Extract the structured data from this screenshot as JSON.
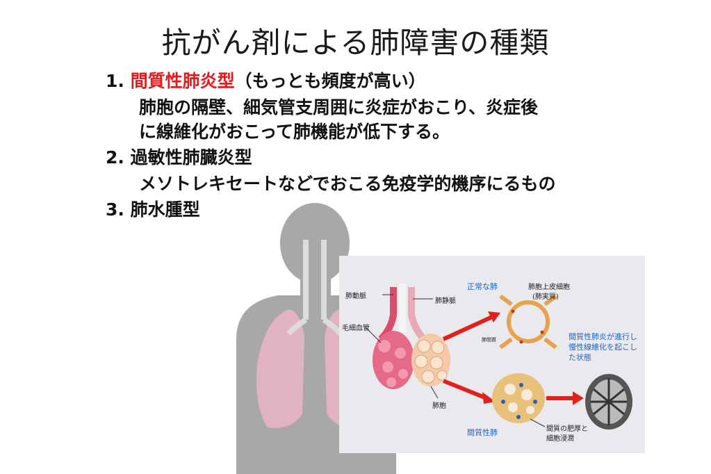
{
  "title": "抗がん剤による肺障害の種類",
  "items": {
    "n1": "1.",
    "n1_highlight": "間質性肺炎型",
    "n1_suffix": "（もっとも頻度が高い）",
    "n1_desc_1": "肺胞の隔壁、細気管支周囲に炎症がおこり、炎症後",
    "n1_desc_2": "に線維化がおこって肺機能が低下する。",
    "n2": "2.",
    "n2_title": "過敏性肺臓炎型",
    "n2_desc": "メソトレキセートなどでおこる免疫学的機序にるもの",
    "n3": "3.",
    "n3_title": "肺水腫型"
  },
  "diagram": {
    "pulmonary_artery": "肺動脈",
    "pulmonary_vein": "肺静脈",
    "capillary": "毛細血管",
    "alveolus": "肺胞",
    "normal_lung": "正常な肺",
    "epithelial_1": "肺胞上皮細胞",
    "epithelial_2": "(肺実質)",
    "interstitium_small": "肺間質",
    "interstitial_lung": "間質性肺",
    "thickening_1": "間質の肥厚と",
    "thickening_2": "細胞浸潤",
    "progress_1": "間質性肺炎が進行し",
    "progress_2": "慢性線維化を起こし",
    "progress_3": "た状態"
  },
  "colors": {
    "highlight": "#e41a1a",
    "body_silhouette": "#a8a8a8",
    "lung_pink": "#e6b3c4",
    "arrow_red": "#e0221c",
    "label_blue": "#1f63c4",
    "panel_bg": "#e9e9ee"
  }
}
